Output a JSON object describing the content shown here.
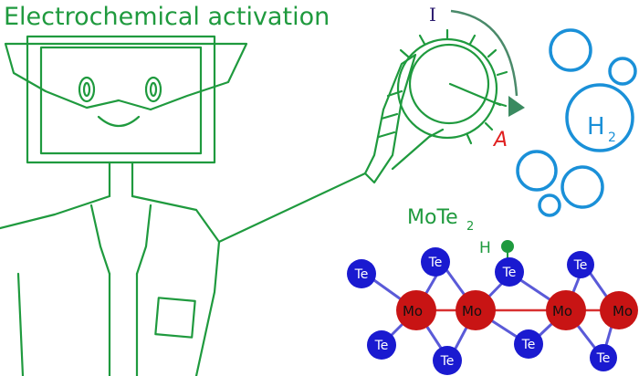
{
  "title": "Electrochemical activation",
  "dial": {
    "start_label": "I",
    "end_label": "A"
  },
  "bubble_label": {
    "main": "H",
    "sub": "2"
  },
  "material": {
    "main": "MoTe",
    "sub": "2"
  },
  "hydrogen_label": "H",
  "atoms": {
    "te": "Te",
    "mo": "Mo"
  },
  "colors": {
    "green": "#1f9a3e",
    "blue": "#1a90d8",
    "te": "#1a1ad0",
    "mo": "#d81818",
    "start": "#2a1a6e",
    "end": "#e02020"
  }
}
